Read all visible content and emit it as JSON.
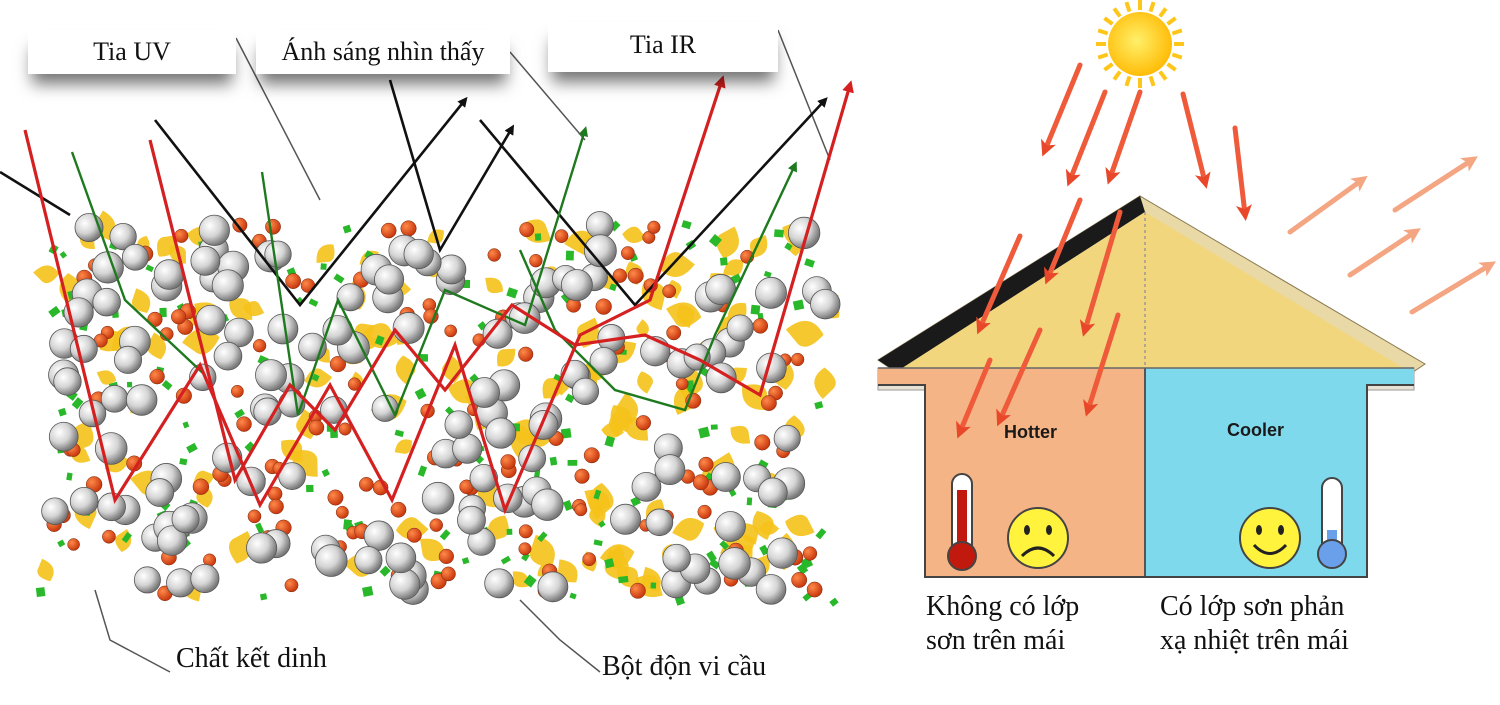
{
  "left_panel": {
    "ray_labels": {
      "uv": "Tia UV",
      "visible": "Ánh sáng nhìn thấy",
      "ir": "Tia IR"
    },
    "bottom_labels": {
      "binder": "Chất kết dinh",
      "filler": "Bột độn vi cầu"
    },
    "ray_colors": {
      "uv": "#111111",
      "visible": "#1f7a1f",
      "ir": "#d42020"
    }
  },
  "right_panel": {
    "rooms": {
      "left_word": "Hotter",
      "right_word": "Cooler"
    },
    "captions": {
      "left_line1": "Không có lớp",
      "left_line2": "sơn trên mái",
      "right_line1": "Có lớp sơn phản",
      "right_line2": "xạ nhiệt trên mái"
    },
    "colors": {
      "roof": "#f2d67e",
      "hot_room": "#f5b485",
      "cool_room": "#7fd9ec",
      "sun": "#ffc61a",
      "incoming_ray": "#ef5a3a",
      "reflected_ray": "#f2a07a"
    },
    "icons": [
      "sun-icon",
      "thermometer-hot-icon",
      "sad-face-icon",
      "happy-face-icon",
      "thermometer-cold-icon"
    ]
  }
}
